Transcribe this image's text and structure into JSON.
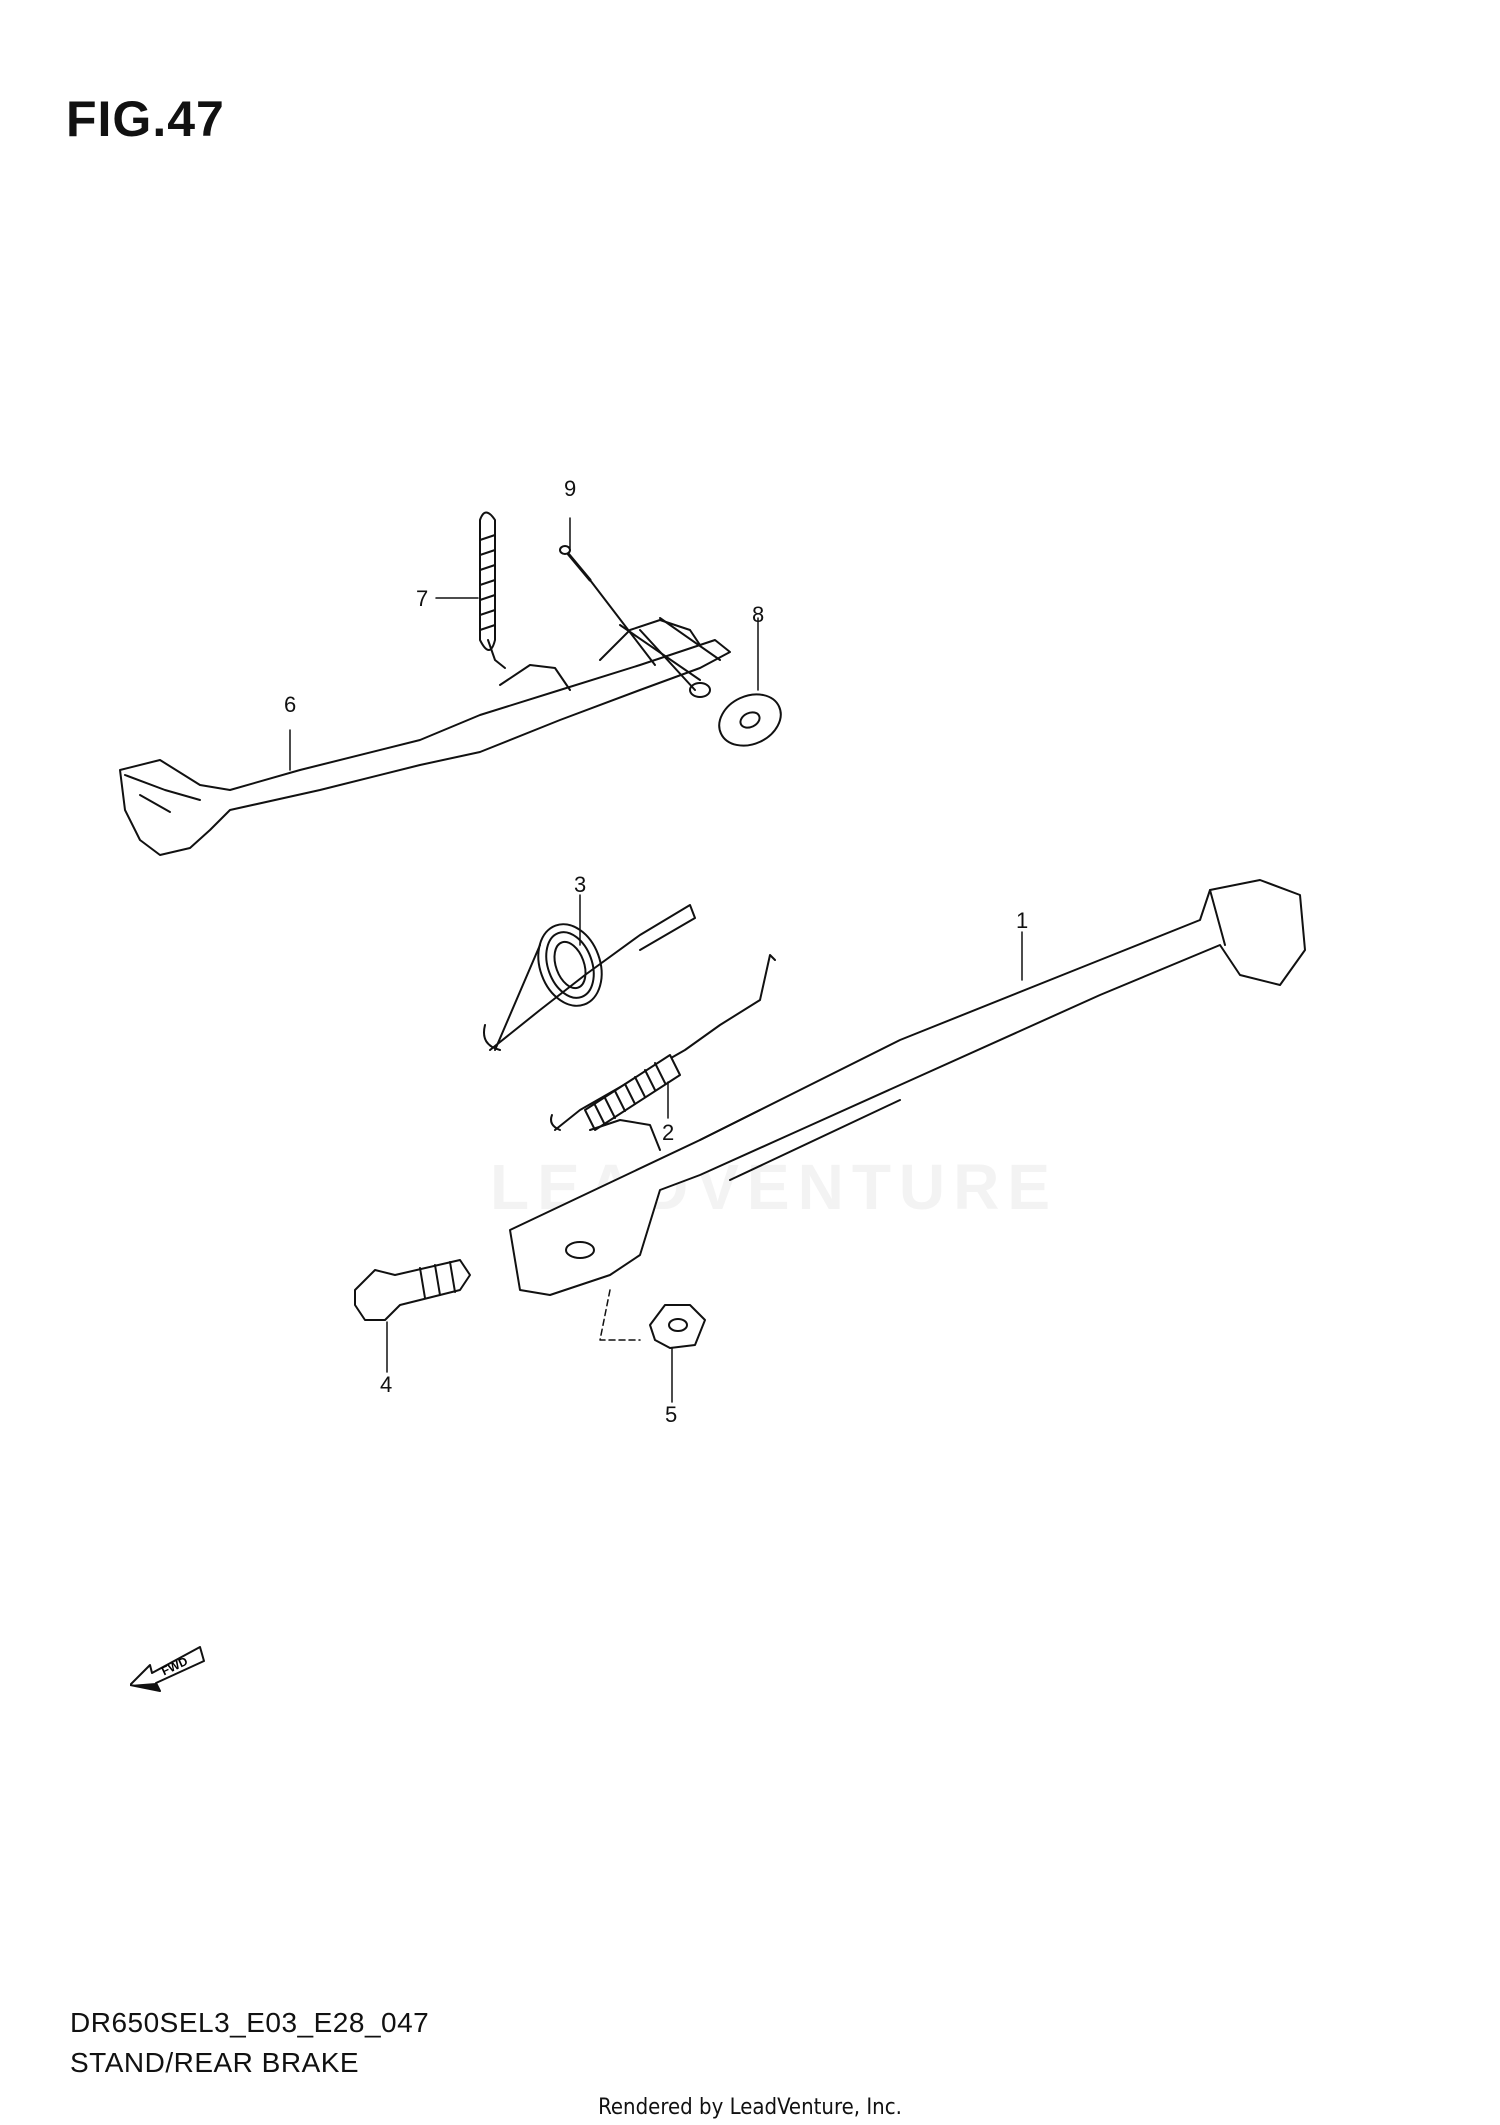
{
  "figure": {
    "title": "FIG.47",
    "model_code": "DR650SEL3_E03_E28_047",
    "subtitle": "STAND/REAR BRAKE",
    "footer": "Rendered by LeadVenture, Inc.",
    "watermark": "LEADVENTURE",
    "fwd_label": "FWD"
  },
  "callouts": [
    {
      "number": "1",
      "part": "side-stand"
    },
    {
      "number": "2",
      "part": "stand-spring"
    },
    {
      "number": "3",
      "part": "torsion-spring"
    },
    {
      "number": "4",
      "part": "pivot-bolt"
    },
    {
      "number": "5",
      "part": "nut"
    },
    {
      "number": "6",
      "part": "rear-brake-pedal"
    },
    {
      "number": "7",
      "part": "return-spring"
    },
    {
      "number": "8",
      "part": "washer"
    },
    {
      "number": "9",
      "part": "cotter-pin"
    }
  ]
}
